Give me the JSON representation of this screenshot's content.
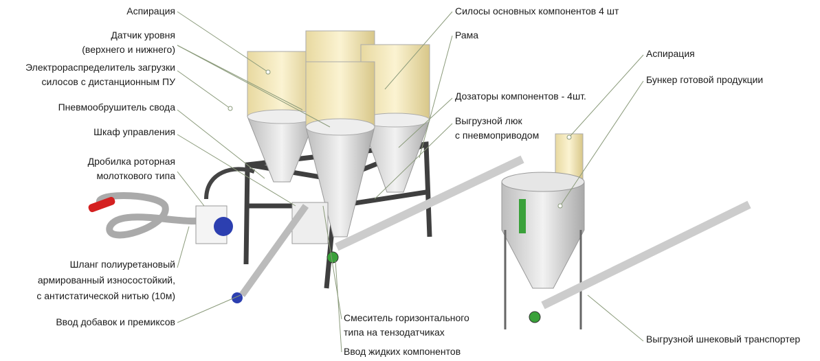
{
  "labels": {
    "aspiration_left": "Аспирация",
    "level_sensor_1": "Датчик уровня",
    "level_sensor_2": "(верхнего и нижнего)",
    "distributor_1": "Электрораспределитель загрузки",
    "distributor_2": "силосов с дистанционным ПУ",
    "pneumatic_breaker": "Пневмообрушитель свода",
    "control_cabinet": "Шкаф управления",
    "crusher_1": "Дробилка роторная",
    "crusher_2": "молоткового типа",
    "hose_1": "Шланг полиуретановый",
    "hose_2": "армированный износостойкий,",
    "hose_3": "с антистатической нитью (10м)",
    "additives_input": "Ввод добавок и премиксов",
    "silos": "Силосы основных компонентов 4 шт",
    "frame": "Рама",
    "dosers": "Дозаторы компонентов - 4шт.",
    "hatch_1": "Выгрузной люк",
    "hatch_2": "с пневмоприводом",
    "aspiration_right": "Аспирация",
    "product_bunker": "Бункер готовой продукции",
    "mixer_1": "Смеситель горизонтального",
    "mixer_2": "типа на тензодатчиках",
    "liquid_input": "Ввод жидких компонентов",
    "screw_conveyor": "Выгрузной шнековый транспортер"
  },
  "colors": {
    "leader": "#8a9a7a",
    "silo": "#f2e6b8",
    "metal": "#d9d9d9",
    "frame": "#3f3f3f",
    "motor": "#2c3fb0",
    "accent_green": "#3aa13a",
    "red": "#d42020"
  }
}
